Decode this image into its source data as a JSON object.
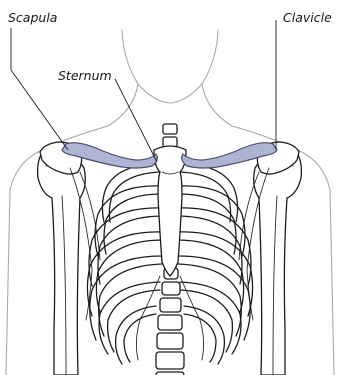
{
  "labels": {
    "scapula": "Scapula",
    "clavicle": "Clavicle",
    "sternum": "Sternum"
  },
  "colors": {
    "highlight": "#aeb4d4",
    "highlight_stroke": "#4a4f6e",
    "body_outline": "#a9a9a9",
    "bone_ink": "#1c1c1c"
  }
}
